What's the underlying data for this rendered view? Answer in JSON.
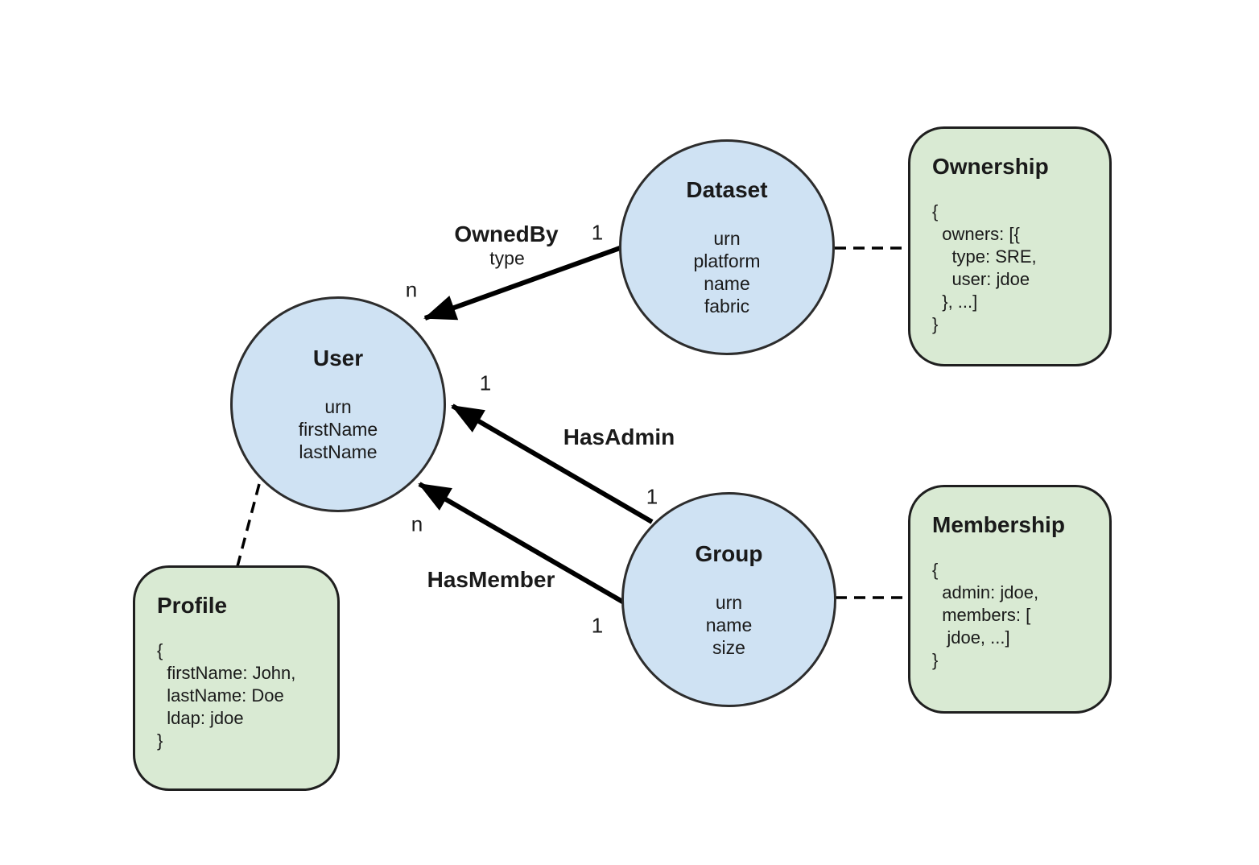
{
  "entities": {
    "dataset": {
      "title": "Dataset",
      "attributes": "urn\nplatform\nname\nfabric"
    },
    "user": {
      "title": "User",
      "attributes": "urn\nfirstName\nlastName"
    },
    "group": {
      "title": "Group",
      "attributes": "urn\nname\nsize"
    }
  },
  "aspects": {
    "ownership": {
      "title": "Ownership",
      "body": "{\n  owners: [{\n    type: SRE,\n    user: jdoe\n  }, ...]\n}"
    },
    "membership": {
      "title": "Membership",
      "body": "{\n  admin: jdoe,\n  members: [\n   jdoe, ...]\n}"
    },
    "profile": {
      "title": "Profile",
      "body": "{\n  firstName: John,\n  lastName: Doe\n  ldap: jdoe\n}"
    }
  },
  "relationships": {
    "owned_by": {
      "label": "OwnedBy",
      "sublabel": "type",
      "source_cardinality": "1",
      "target_cardinality": "n"
    },
    "has_admin": {
      "label": "HasAdmin",
      "source_cardinality": "1",
      "target_cardinality": "1"
    },
    "has_member": {
      "label": "HasMember",
      "source_cardinality": "1",
      "target_cardinality": "n"
    }
  },
  "colors": {
    "entity_fill": "#cfe2f3",
    "entity_border": "#2d2d2d",
    "aspect_fill": "#d9ead3",
    "aspect_border": "#1f1f1f",
    "edge_color": "#000000",
    "text_color": "#1a1a1a",
    "background": "#ffffff"
  }
}
